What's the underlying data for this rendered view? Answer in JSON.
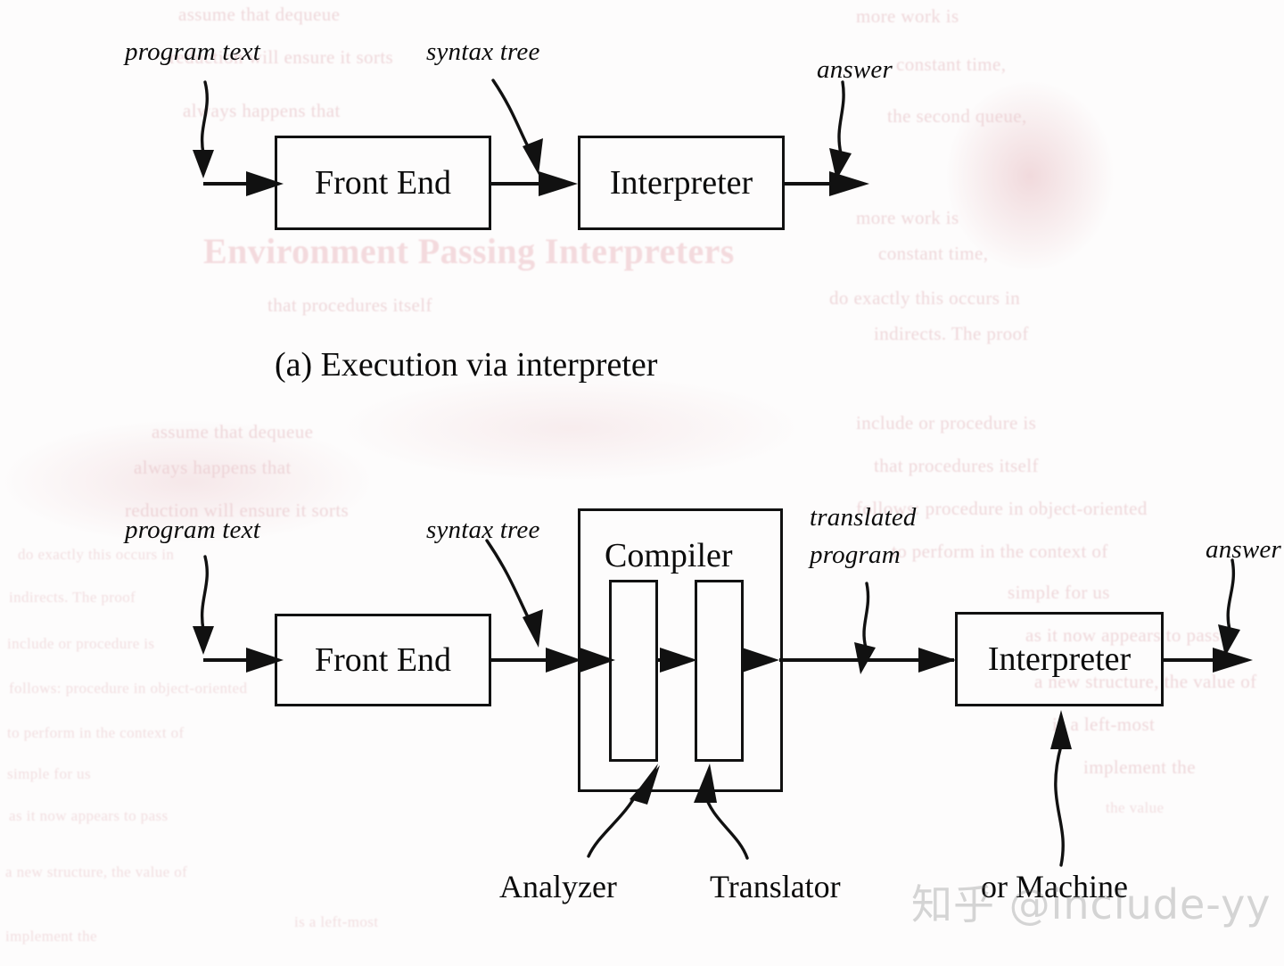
{
  "figure": {
    "caption_a": "(a) Execution via interpreter",
    "background_color": "#fdfcfc",
    "ink_color": "#111111",
    "bleed_color": "#e9c9cd"
  },
  "diagram_a": {
    "nodes": [
      {
        "id": "front-end",
        "label": "Front End"
      },
      {
        "id": "interpreter",
        "label": "Interpreter"
      }
    ],
    "edge_labels": [
      {
        "id": "program-text",
        "text": "program text"
      },
      {
        "id": "syntax-tree",
        "text": "syntax tree"
      },
      {
        "id": "answer",
        "text": "answer"
      }
    ]
  },
  "diagram_b": {
    "nodes": [
      {
        "id": "front-end",
        "label": "Front End"
      },
      {
        "id": "interpreter",
        "label": "Interpreter"
      }
    ],
    "group": {
      "id": "compiler",
      "title": "Compiler",
      "stages": [
        {
          "id": "analyzer",
          "label": "Analyzer"
        },
        {
          "id": "translator",
          "label": "Translator"
        }
      ]
    },
    "edge_labels": [
      {
        "id": "program-text",
        "text": "program text"
      },
      {
        "id": "syntax-tree",
        "text": "syntax tree"
      },
      {
        "id": "translated-program-line1",
        "text": "translated"
      },
      {
        "id": "translated-program-line2",
        "text": "program"
      },
      {
        "id": "answer",
        "text": "answer"
      }
    ],
    "machine_label": "or Machine"
  },
  "watermark": {
    "text": "知乎 @include-yy"
  },
  "bleed_through": {
    "heading": "Environment Passing Interpreters",
    "lines": [
      "assume that dequeue",
      "reduction will ensure it sorts",
      "always happens that",
      "the second queue,",
      "more work is",
      "constant time,",
      "do exactly this occurs in",
      "indirects. The proof",
      "include or procedure is",
      "that procedures itself",
      "follows: procedure in object-oriented",
      "to perform in the context of",
      "simple for us",
      "as it now appears to pass",
      "a new structure, the value of",
      "is a left-most",
      "implement the",
      "the value"
    ]
  }
}
